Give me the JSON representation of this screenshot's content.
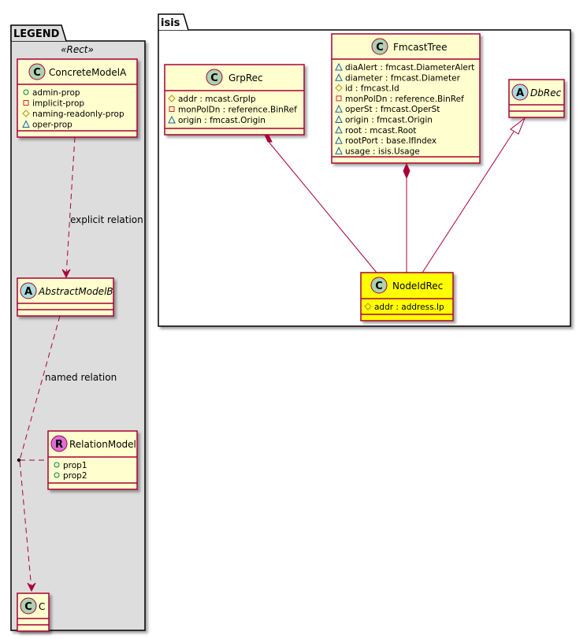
{
  "colors": {
    "class_fill": "#FEFECE",
    "highlight_fill": "#FFFF00",
    "border": "#A80036",
    "legend_bg": "#DDDDDD",
    "class_badge": "#ADD1B2",
    "abstract_badge": "#A9DCDF",
    "relation_badge": "#DA70D6",
    "public_marker": "#038048",
    "private_marker": "#C82930",
    "protected_marker": "#B38D22",
    "package_marker": "#1963A0"
  },
  "legend": {
    "title": "LEGEND",
    "stereotype": "«Rect»",
    "concrete": {
      "badge": "C",
      "name": "ConcreteModelA",
      "attrs": [
        {
          "vis": "public",
          "text": "admin-prop"
        },
        {
          "vis": "private",
          "text": "implicit-prop"
        },
        {
          "vis": "protected",
          "text": "naming-readonly-prop"
        },
        {
          "vis": "package",
          "text": "oper-prop"
        }
      ]
    },
    "explicit_label": "explicit relation",
    "abstract": {
      "badge": "A",
      "name": "AbstractModelB"
    },
    "named_label": "named relation",
    "relation": {
      "badge": "R",
      "name": "RelationModel",
      "attrs": [
        {
          "vis": "public",
          "text": "prop1"
        },
        {
          "vis": "public",
          "text": "prop2"
        }
      ]
    },
    "c_class": {
      "badge": "C",
      "name": "C"
    }
  },
  "package": {
    "title": "isis",
    "grprec": {
      "badge": "C",
      "name": "GrpRec",
      "attrs": [
        {
          "vis": "protected",
          "text": "addr : mcast.GrpIp"
        },
        {
          "vis": "private",
          "text": "monPolDn : reference.BinRef"
        },
        {
          "vis": "package",
          "text": "origin : fmcast.Origin"
        }
      ]
    },
    "fmcasttree": {
      "badge": "C",
      "name": "FmcastTree",
      "attrs": [
        {
          "vis": "package",
          "text": "diaAlert : fmcast.DiameterAlert"
        },
        {
          "vis": "package",
          "text": "diameter : fmcast.Diameter"
        },
        {
          "vis": "protected",
          "text": "id : fmcast.Id"
        },
        {
          "vis": "private",
          "text": "monPolDn : reference.BinRef"
        },
        {
          "vis": "package",
          "text": "operSt : fmcast.OperSt"
        },
        {
          "vis": "package",
          "text": "origin : fmcast.Origin"
        },
        {
          "vis": "package",
          "text": "root : mcast.Root"
        },
        {
          "vis": "package",
          "text": "rootPort : base.IfIndex"
        },
        {
          "vis": "package",
          "text": "usage : isis.Usage"
        }
      ]
    },
    "dbrec": {
      "badge": "A",
      "name": "DbRec"
    },
    "nodeidrec": {
      "badge": "C",
      "name": "NodeIdRec",
      "attrs": [
        {
          "vis": "protected",
          "text": "addr : address.Ip"
        }
      ]
    }
  }
}
